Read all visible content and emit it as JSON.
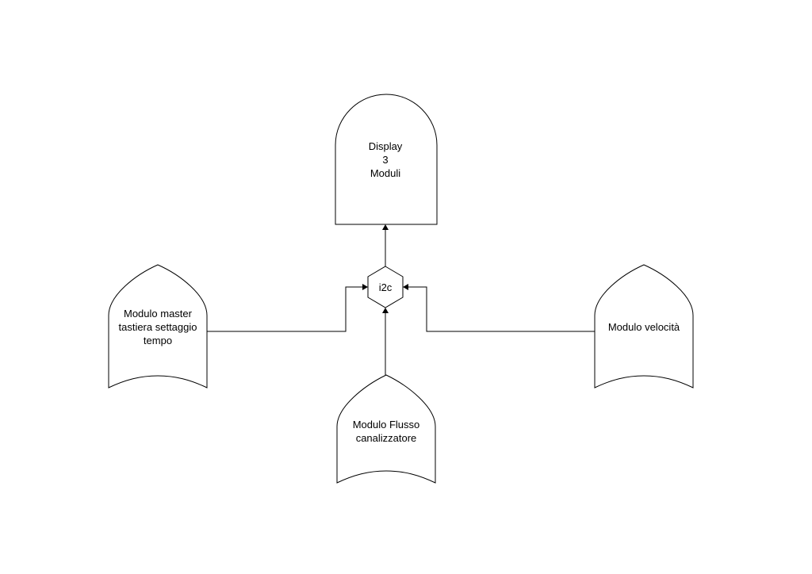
{
  "diagram": {
    "nodes": {
      "display": {
        "lines": [
          "Display",
          "3",
          "Moduli"
        ]
      },
      "i2c": {
        "label": "i2c"
      },
      "master": {
        "lines": [
          "Modulo master",
          "tastiera settaggio",
          "tempo"
        ]
      },
      "velocita": {
        "label": "Modulo velocità"
      },
      "flusso": {
        "lines": [
          "Modulo Flusso",
          "canalizzatore"
        ]
      }
    },
    "edges": [
      {
        "from": "i2c",
        "to": "display"
      },
      {
        "from": "master",
        "to": "i2c"
      },
      {
        "from": "velocita",
        "to": "i2c"
      },
      {
        "from": "flusso",
        "to": "i2c"
      }
    ]
  }
}
